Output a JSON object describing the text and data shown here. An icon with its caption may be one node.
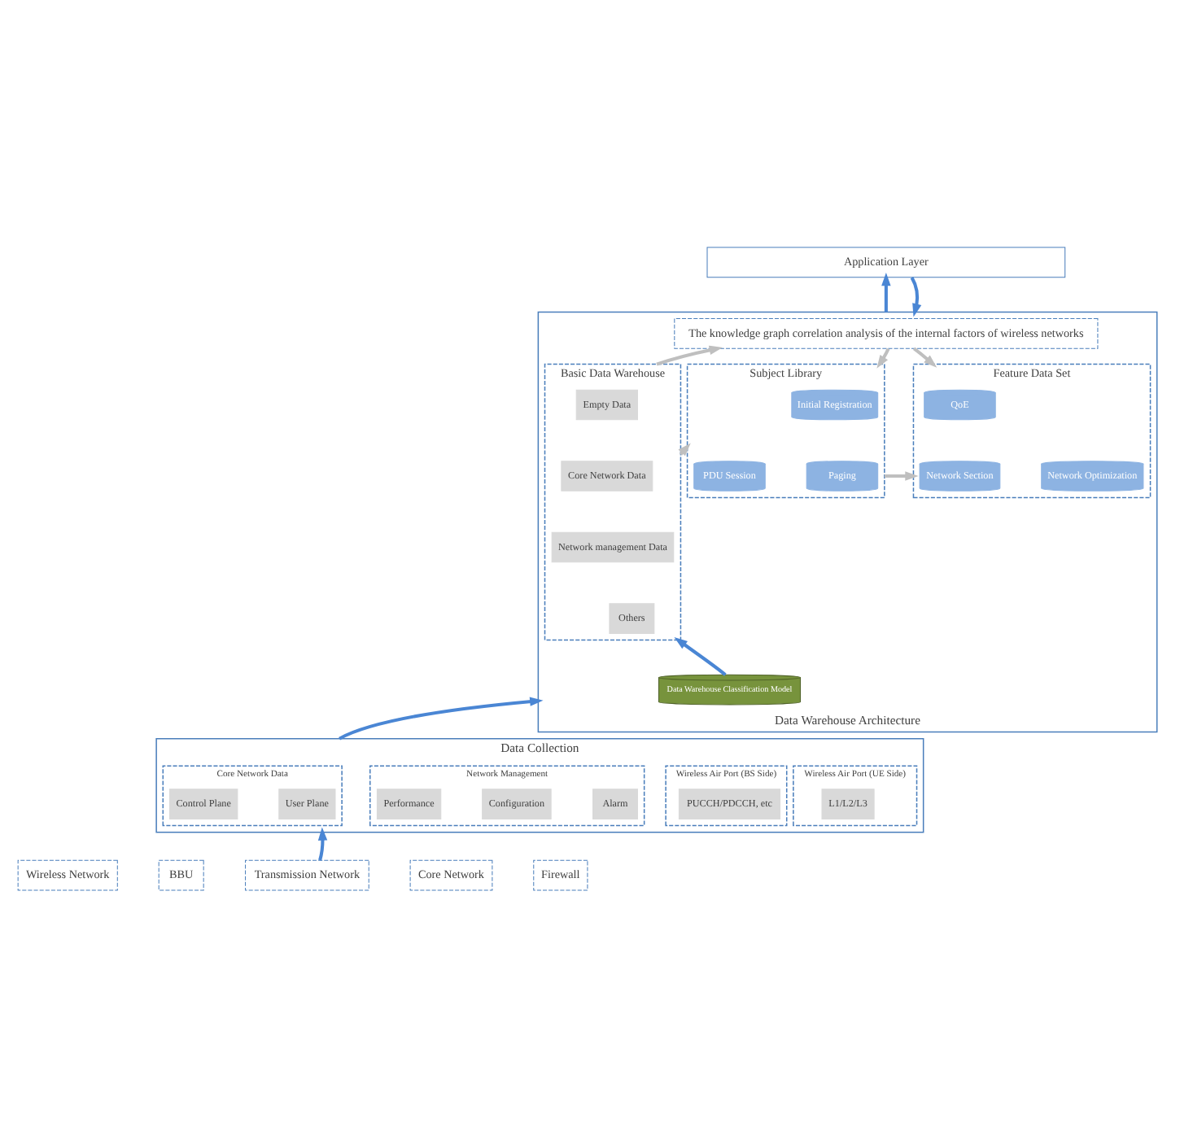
{
  "diagram": {
    "nodes": [
      {
        "text": [
          "Application Layer"
        ]
      },
      {
        "text": [
          "Data Warehouse Architecture"
        ]
      },
      {
        "text": [
          "The knowledge graph correlation analysis of the internal factors of wireless networks"
        ],
        "in": 1
      },
      {
        "text": [
          "Basic Data Warehouse"
        ],
        "in": 1
      },
      {
        "text": [
          "Empty Data"
        ],
        "in": 3
      },
      {
        "text": [
          "Core Network Data"
        ],
        "in": 3
      },
      {
        "text": [
          "Network management Data"
        ],
        "in": 3
      },
      {
        "text": [
          "Others"
        ],
        "in": 3
      },
      {
        "text": [
          "Subject Library"
        ],
        "in": 1
      },
      {
        "text": [
          "Initial Registration"
        ],
        "in": 8
      },
      {
        "text": [
          "PDU Session"
        ],
        "in": 8
      },
      {
        "text": [
          "Paging"
        ],
        "in": 8
      },
      {
        "text": [
          "Feature Data Set"
        ],
        "in": 1
      },
      {
        "text": [
          "QoE"
        ],
        "in": 12
      },
      {
        "text": [
          "Network Section"
        ],
        "in": 12
      },
      {
        "text": [
          "Network Optimization"
        ],
        "in": 12
      },
      {
        "text": [
          "Data Warehouse Classification Model"
        ],
        "in": 1
      },
      {
        "text": [
          "Data Collection"
        ]
      },
      {
        "text": [
          "Wireless Air Port (UE Side)"
        ],
        "in": 17
      },
      {
        "text": [
          "L1/L2/L3"
        ],
        "in": 18
      },
      {
        "text": [
          "Wireless Air Port (BS Side)"
        ],
        "in": 17
      },
      {
        "text": [
          "PUCCH/PDCCH, etc"
        ],
        "in": 20
      },
      {
        "text": [
          "Core Network Data"
        ],
        "in": 17
      },
      {
        "text": [
          "User Plane"
        ],
        "in": 22
      },
      {
        "text": [
          "Control Plane"
        ],
        "in": 22
      },
      {
        "text": [
          "Network Management"
        ],
        "in": 17
      },
      {
        "text": [
          "Alarm"
        ],
        "in": 25
      },
      {
        "text": [
          "Configuration"
        ],
        "in": 25
      },
      {
        "text": [
          "Performance"
        ],
        "in": 25
      },
      {
        "text": [
          "Wireless Network"
        ]
      },
      {
        "text": [
          "BBU"
        ]
      },
      {
        "text": [
          "Transmission Network"
        ]
      },
      {
        "text": [
          "Core Network"
        ]
      },
      {
        "text": [
          "Firewall"
        ]
      }
    ],
    "edges": [
      {
        "from": 1,
        "to": 0,
        "arrow": "to"
      },
      {
        "from": 0,
        "to": 1,
        "arrow": "to"
      },
      {
        "from": 3,
        "to": 2,
        "arrow": "to",
        "color": "#bfbfbf"
      },
      {
        "from": 2,
        "to": 8,
        "arrow": "to",
        "color": "#bfbfbf"
      },
      {
        "from": 2,
        "to": 12,
        "arrow": "to",
        "color": "#bfbfbf"
      },
      {
        "from": 3,
        "to": 8,
        "arrow": "to",
        "color": "#bfbfbf"
      },
      {
        "from": 8,
        "to": 12,
        "arrow": "to",
        "color": "#bfbfbf"
      },
      {
        "from": 16,
        "to": 3,
        "arrow": "to"
      },
      {
        "from": 17,
        "to": 1,
        "arrow": "to"
      },
      {
        "from": 31,
        "to": 17,
        "arrow": "to"
      }
    ]
  }
}
